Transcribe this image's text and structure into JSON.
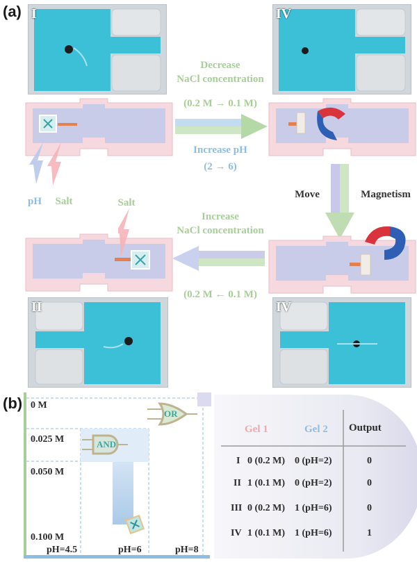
{
  "panel_a": {
    "label": "(a)",
    "photos": {
      "top_left": "I",
      "top_right": "IV",
      "bottom_left": "II",
      "bottom_right": "IV"
    },
    "top_arrow": {
      "line1": "Decrease",
      "line2": "NaCl concentration",
      "line3": "(0.2 M → 0.1 M)",
      "line4": "Increase pH",
      "line5": "(2 → 6)"
    },
    "side_arrow": {
      "left": "Move",
      "right": "Magnetism"
    },
    "bottom_arrow": {
      "line1": "Increase",
      "line2": "NaCl concentration",
      "line3": "(0.2 M ← 0.1 M)"
    },
    "stimuli": {
      "ph": "pH",
      "salt": "Salt",
      "salt2": "Salt"
    }
  },
  "panel_b": {
    "label": "(b)",
    "concentrations": [
      "0 M",
      "0.025 M",
      "0.050 M",
      "0.100 M"
    ],
    "ph_values": [
      "pH=4.5",
      "pH=6",
      "pH=8"
    ],
    "gates": {
      "and": "AND",
      "or": "OR"
    },
    "table": {
      "headers": [
        "Gel 1",
        "Gel 2",
        "Output"
      ],
      "rows": [
        {
          "id": "I",
          "gel1": "0 (0.2 M)",
          "gel2": "0 (pH=2)",
          "output": "0"
        },
        {
          "id": "II",
          "gel1": "1 (0.1 M)",
          "gel2": "0 (pH=2)",
          "output": "0"
        },
        {
          "id": "III",
          "gel1": "0 (0.2 M)",
          "gel2": "1 (pH=6)",
          "output": "0"
        },
        {
          "id": "IV",
          "gel1": "1 (0.1 M)",
          "gel2": "1 (pH=6)",
          "output": "1"
        }
      ]
    },
    "colors": {
      "gel1": "#f2a7ab",
      "gel2": "#8dbde3",
      "axis_green": "#a6cf95",
      "axis_blue": "#8dbde3"
    }
  }
}
